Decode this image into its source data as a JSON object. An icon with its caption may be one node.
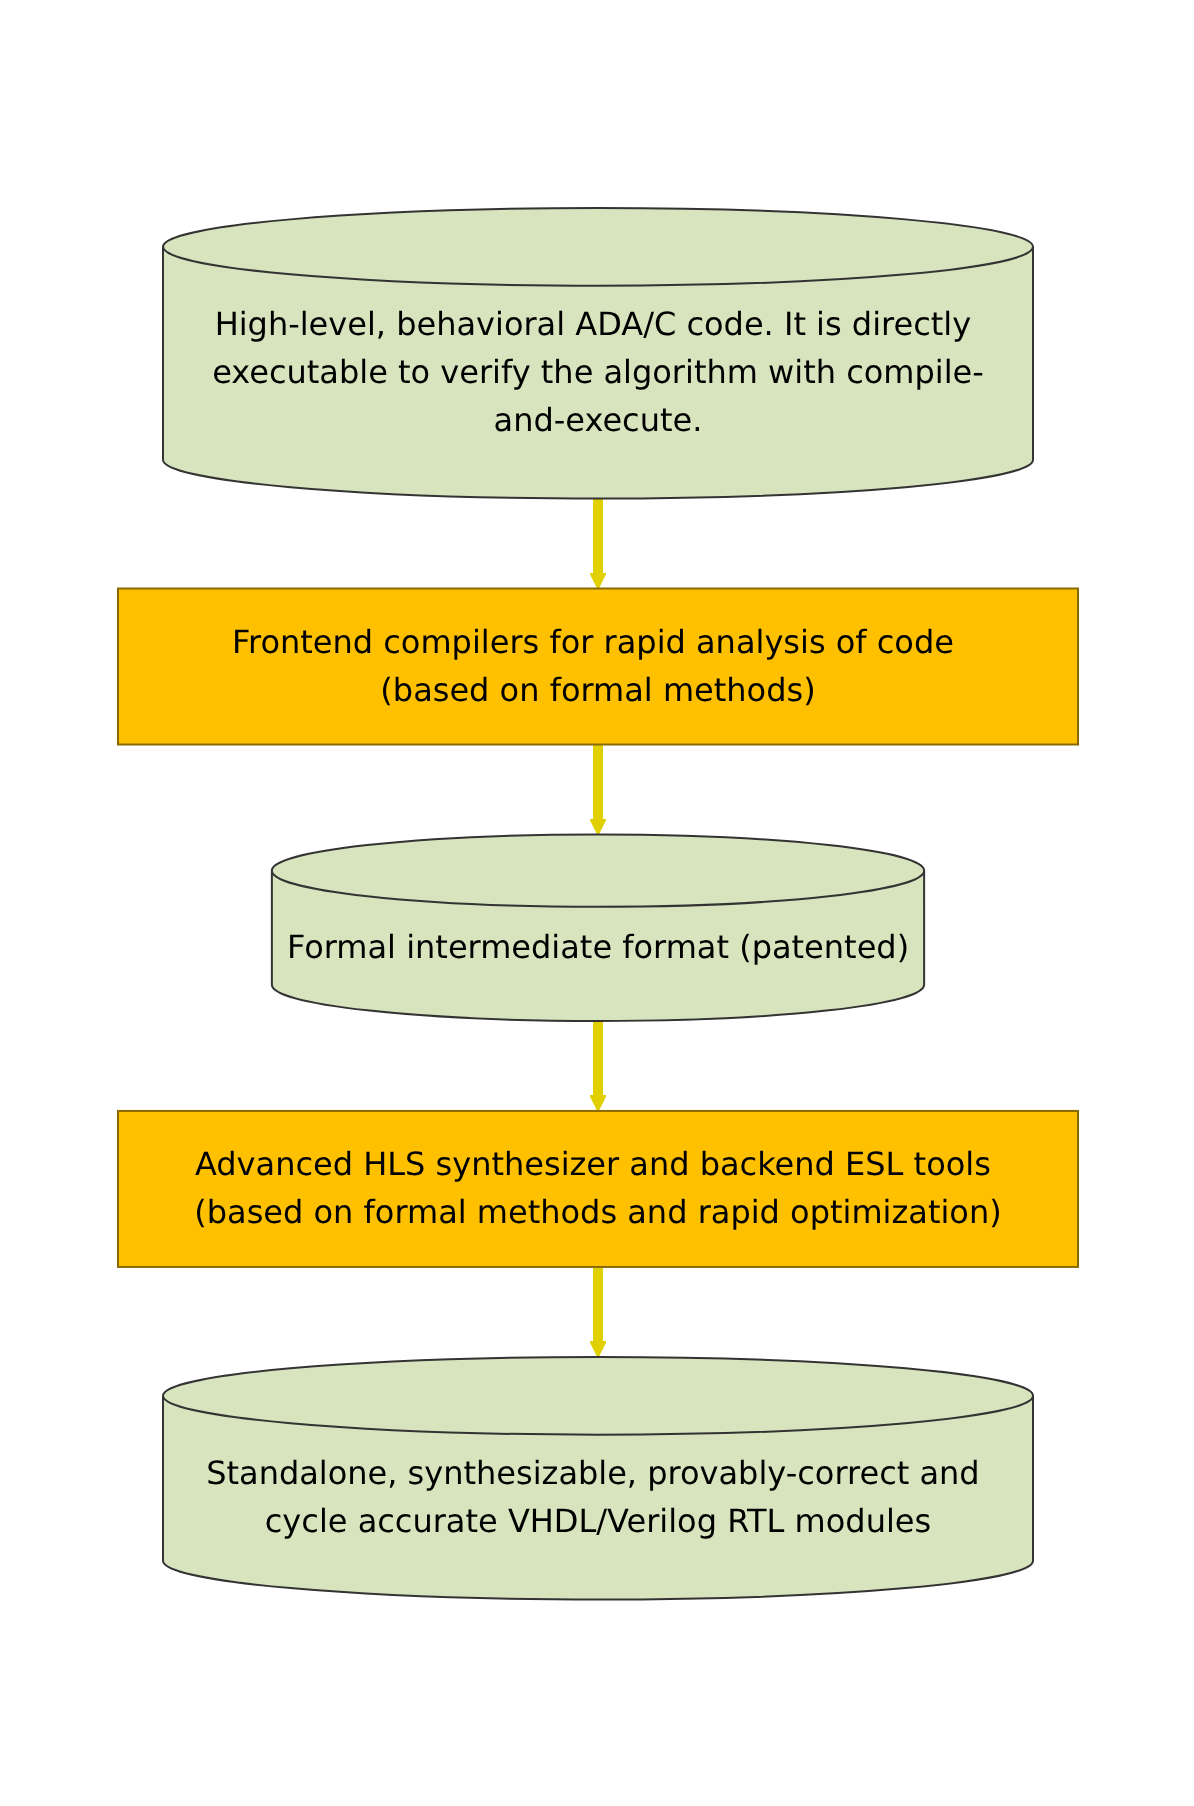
{
  "diagram": {
    "nodes": [
      {
        "text": [
          "High-level, behavioral ADA/C code. It is directly executable to verify the algorithm with compile-and-execute."
        ]
      },
      {
        "text": [
          "Frontend compilers for rapid analysis of code (based on formal methods)"
        ]
      },
      {
        "text": [
          "Formal intermediate format (patented)"
        ]
      },
      {
        "text": [
          "Advanced HLS synthesizer and backend ESL tools (based on formal methods and rapid optimization)"
        ]
      },
      {
        "text": [
          "Standalone, synthesizable, provably-correct and cycle accurate VHDL/Verilog RTL modules"
        ]
      }
    ],
    "edges": [
      {
        "from": 0,
        "to": 1,
        "arrow": "to"
      },
      {
        "from": 1,
        "to": 2,
        "arrow": "to"
      },
      {
        "from": 2,
        "to": 3,
        "arrow": "to"
      },
      {
        "from": 3,
        "to": 4,
        "arrow": "to"
      }
    ]
  }
}
